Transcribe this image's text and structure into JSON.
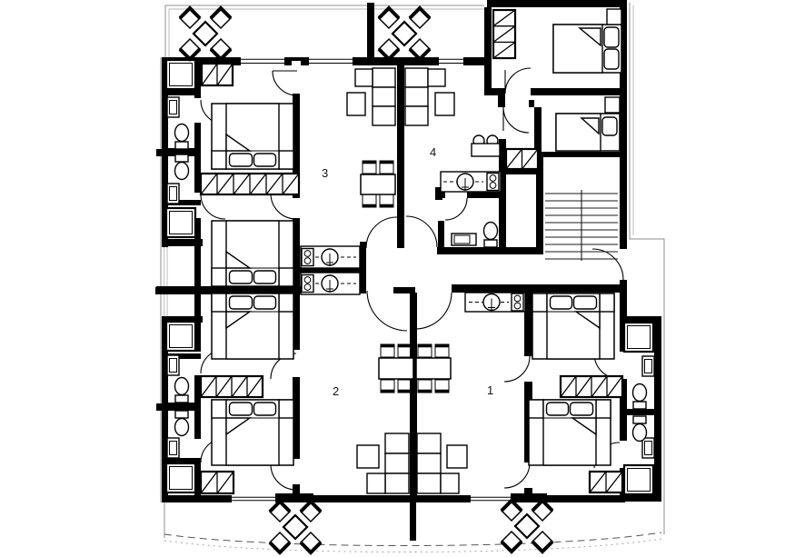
{
  "floor_plan": {
    "type": "architectural-floor-plan",
    "background_color": "#ffffff",
    "wall_color": "#000000",
    "thin_line_color": "#8f8f8f",
    "apartments": [
      {
        "id": "apartment-1",
        "label": "1"
      },
      {
        "id": "apartment-2",
        "label": "2"
      },
      {
        "id": "apartment-3",
        "label": "3"
      },
      {
        "id": "apartment-4",
        "label": "4"
      }
    ],
    "icons": {
      "bed": "double-bed-icon",
      "single_bed": "single-bed-icon",
      "wardrobe": "hatched-wardrobe-icon",
      "toilet": "toilet-icon",
      "sink": "sink-icon",
      "shower": "shower-icon",
      "kitchen_sink": "kitchen-sink-icon",
      "stove": "stove-icon",
      "dining_table": "dining-table-icon",
      "sofa": "sofa-icon",
      "stairs": "staircase-icon",
      "outdoor_table": "outdoor-table-icon",
      "washer": "washing-machine-icon",
      "door": "door-swing-icon"
    }
  }
}
